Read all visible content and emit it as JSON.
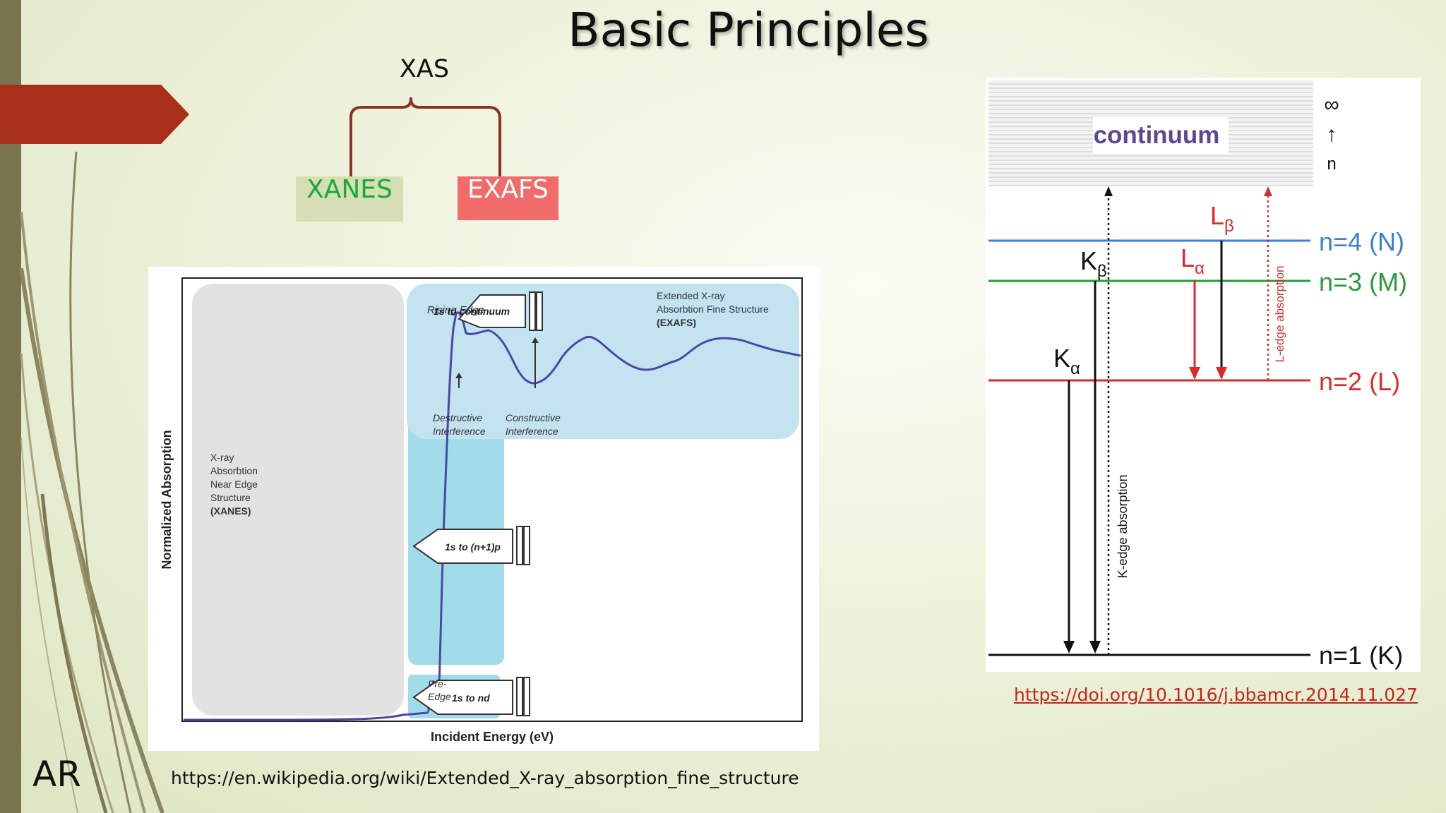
{
  "slide": {
    "title": "Basic Principles",
    "initials": "AR",
    "accent_color": "#a8301a"
  },
  "xas_tree": {
    "root": "XAS",
    "left": "XANES",
    "right": "EXAFS",
    "xanes_color": "#19a93e",
    "exafs_color": "#f26b6b",
    "brace_color": "#8a3322"
  },
  "xas_figure": {
    "y_axis_label": "Normalized Absorption",
    "x_axis_label": "Incident Energy (eV)",
    "xanes_region": [
      "X-ray",
      "Absorbtion",
      "Near Edge",
      "Structure",
      "(XANES)"
    ],
    "exafs_region": [
      "Extended X-ray",
      "Absorbtion Fine Structure",
      "(EXAFS)"
    ],
    "rising_edge": "Rising Edge",
    "pre_edge": [
      "Pre-",
      "Edge"
    ],
    "destructive": [
      "Destructive",
      "Interference"
    ],
    "constructive": [
      "Constructive",
      "Interference"
    ],
    "transitions": [
      "1s to continuum",
      "1s to (n+1)p",
      "1s to nd"
    ],
    "source": "https://en.wikipedia.org/wiki/Extended_X-ray_absorption_fine_structure"
  },
  "energy_figure": {
    "continuum": "continuum",
    "infinity": "∞",
    "up_arrow": "↑",
    "n_label": "n",
    "levels": [
      "n=4 (N)",
      "n=3 (M)",
      "n=2 (L)",
      "n=1 (K)"
    ],
    "level_colors": [
      "#3b7fd0",
      "#2a9a3c",
      "#e02828",
      "#111111"
    ],
    "transitions": {
      "k_beta": {
        "main": "K",
        "sub": "β"
      },
      "k_alpha": {
        "main": "K",
        "sub": "α"
      },
      "l_beta": {
        "main": "L",
        "sub": "β"
      },
      "l_alpha": {
        "main": "L",
        "sub": "α"
      }
    },
    "k_edge": "K-edge absorption",
    "l_edge": "L-edge absorption",
    "source": "https://doi.org/10.1016/j.bbamcr.2014.11.027"
  }
}
